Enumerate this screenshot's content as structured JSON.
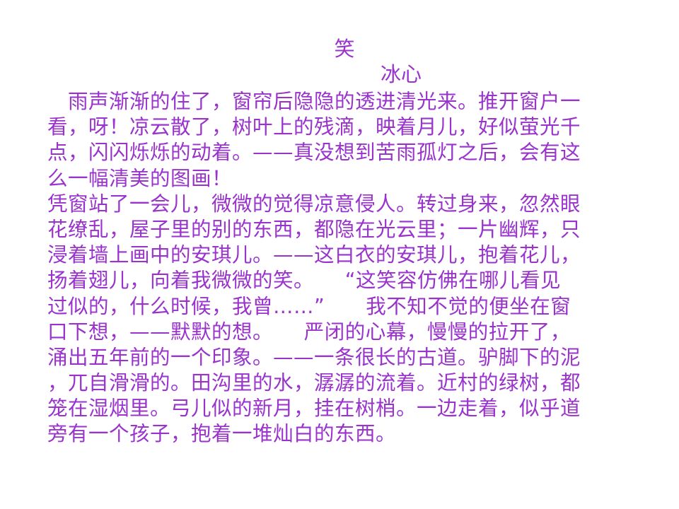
{
  "document": {
    "title": "笑",
    "author": "冰心",
    "lines": [
      "　雨声渐渐的住了，窗帘后隐隐的透进清光来。推开窗户一",
      "看，呀！凉云散了，树叶上的残滴，映着月儿，好似萤光千",
      "点，闪闪烁烁的动着。——真没想到苦雨孤灯之后，会有这",
      "么一幅清美的图画！",
      "凭窗站了一会儿，微微的觉得凉意侵人。转过身来，忽然眼",
      "花缭乱，屋子里的别的东西，都隐在光云里；一片幽辉，只",
      "浸着墙上画中的安琪儿。——这白衣的安琪儿，抱着花儿，",
      "扬着翅儿，向着我微微的笑。　　“这笑容仿佛在哪儿看见",
      "过似的，什么时候，我曾……”　　我不知不觉的便坐在窗",
      "口下想，——默默的想。　　严闭的心幕，慢慢的拉开了，",
      "涌出五年前的一个印象。——一条很长的古道。驴脚下的泥",
      "，兀自滑滑的。田沟里的水，潺潺的流着。近村的绿树，都",
      "笼在湿烟里。弓儿似的新月，挂在树梢。一边走着，似乎道",
      "旁有一个孩子，抱着一堆灿白的东西。"
    ]
  },
  "colors": {
    "text": "#9933cc",
    "background": "#ffffff"
  }
}
